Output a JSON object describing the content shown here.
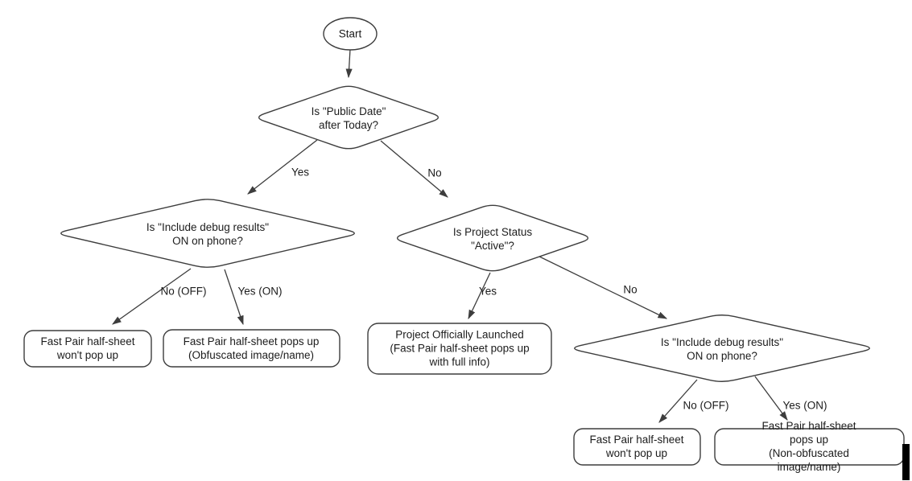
{
  "diagram": {
    "nodes": {
      "start": {
        "type": "terminator",
        "label": "Start"
      },
      "decision_public_date": {
        "type": "decision",
        "label": "Is \"Public Date\"\nafter Today?"
      },
      "decision_debug_left": {
        "type": "decision",
        "label": "Is \"Include debug results\"\nON on phone?"
      },
      "decision_project_status": {
        "type": "decision",
        "label": "Is Project Status\n\"Active\"?"
      },
      "decision_debug_right": {
        "type": "decision",
        "label": "Is \"Include debug results\"\nON on phone?"
      },
      "result_no_popup_left": {
        "type": "process",
        "label": "Fast Pair half-sheet\nwon't pop up"
      },
      "result_obfuscated": {
        "type": "process",
        "label": "Fast Pair half-sheet pops up\n(Obfuscated image/name)"
      },
      "result_launched": {
        "type": "process",
        "label": "Project Officially Launched\n(Fast Pair half-sheet pops up\nwith full info)"
      },
      "result_no_popup_right": {
        "type": "process",
        "label": "Fast Pair half-sheet\nwon't pop up"
      },
      "result_non_obfuscated": {
        "type": "process",
        "label": "Fast Pair half-sheet pops up\n(Non-obfuscated image/name)"
      }
    },
    "edges": {
      "public_date_yes": "Yes",
      "public_date_no": "No",
      "debug_left_no": "No (OFF)",
      "debug_left_yes": "Yes (ON)",
      "project_status_yes": "Yes",
      "project_status_no": "No",
      "debug_right_no": "No (OFF)",
      "debug_right_yes": "Yes (ON)"
    },
    "colors": {
      "stroke": "#3d3d3d",
      "text": "#1c1c1c",
      "fill": "#ffffff",
      "cursor": "#000000"
    }
  }
}
